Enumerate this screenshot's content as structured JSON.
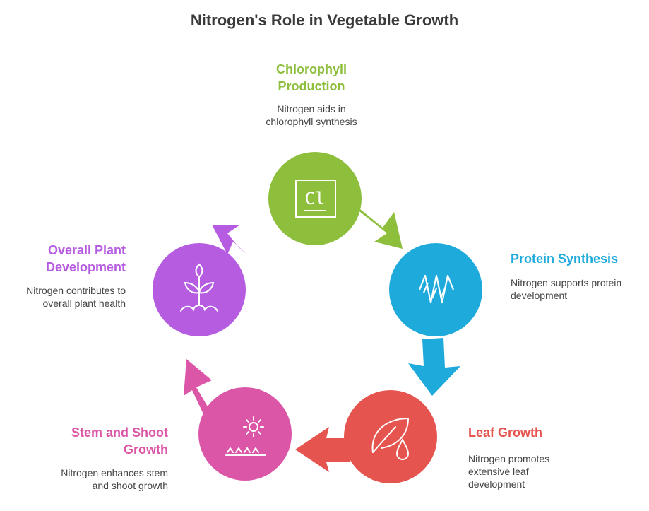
{
  "title": "Nitrogen's Role in Vegetable Growth",
  "colors": {
    "green": "#8dbe3c",
    "blue": "#1faadc",
    "red": "#e5544f",
    "pink": "#dc56a8",
    "purple": "#b65ce0"
  },
  "steps": [
    {
      "label_line1": "Chlorophyll",
      "label_line2": "Production",
      "desc_line1": "Nitrogen aids in",
      "desc_line2": "chlorophyll synthesis",
      "desc_line3": "",
      "icon": "chlorine-element-icon",
      "icon_text": "Cl"
    },
    {
      "label_line1": "Protein Synthesis",
      "label_line2": "",
      "desc_line1": "Nitrogen supports protein",
      "desc_line2": "development",
      "desc_line3": "",
      "icon": "protein-helix-icon"
    },
    {
      "label_line1": "Leaf Growth",
      "label_line2": "",
      "desc_line1": "Nitrogen promotes",
      "desc_line2": "extensive leaf",
      "desc_line3": "development",
      "icon": "leaf-drop-icon"
    },
    {
      "label_line1": "Stem and Shoot",
      "label_line2": "Growth",
      "desc_line1": "Nitrogen enhances stem",
      "desc_line2": "and shoot growth",
      "desc_line3": "",
      "icon": "sun-sprouts-icon"
    },
    {
      "label_line1": "Overall Plant",
      "label_line2": "Development",
      "desc_line1": "Nitrogen contributes to",
      "desc_line2": "overall plant health",
      "desc_line3": "",
      "icon": "plant-sprout-icon"
    }
  ]
}
